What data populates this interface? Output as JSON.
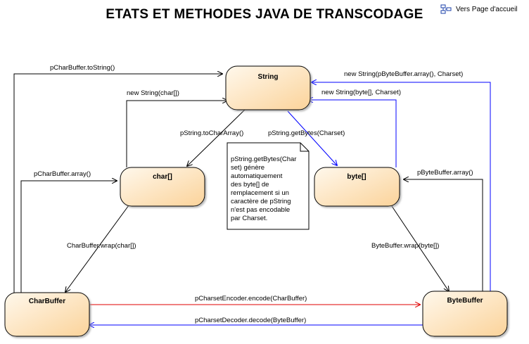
{
  "title": "ETATS ET METHODES JAVA DE TRANSCODAGE",
  "home_link": {
    "label": "Vers Page d'accueil",
    "icon": "diagram-link-icon"
  },
  "nodes": {
    "string": "String",
    "char_array": "char[]",
    "byte_array": "byte[]",
    "char_buffer": "CharBuffer",
    "byte_buffer": "ByteBuffer"
  },
  "edges": {
    "charbuffer_tostring": "pCharBuffer.toString()",
    "new_string_char": "new String(char[])",
    "new_string_bytebuffer": "new String(pByteBuffer.array(), Charset)",
    "new_string_byte": "new String(byte[], Charset)",
    "tochararray": "pString.toCharArray()",
    "getbytes": "pString.getBytes(Charset)",
    "charbuffer_array": "pCharBuffer.array()",
    "bytebuffer_array": "pByteBuffer.array()",
    "charbuffer_wrap": "CharBuffer.wrap(char[])",
    "bytebuffer_wrap": "ByteBuffer.wrap(byte[])",
    "encode": "pCharsetEncoder.encode(CharBuffer)",
    "decode": "pCharsetDecoder.decode(ByteBuffer)"
  },
  "note": {
    "lines": [
      "pString.getBytes(Char",
      "set) génère",
      "automatiquement",
      "des byte[] de",
      "remplacement si un",
      "caractère de pString",
      "n'est pas encodable",
      "par Charset."
    ]
  },
  "colors": {
    "node_fill_light": "#fff8ec",
    "node_fill_dark": "#fbd39a",
    "black_edge": "#000000",
    "blue_edge": "#0000ff",
    "red_edge": "#e00000"
  }
}
